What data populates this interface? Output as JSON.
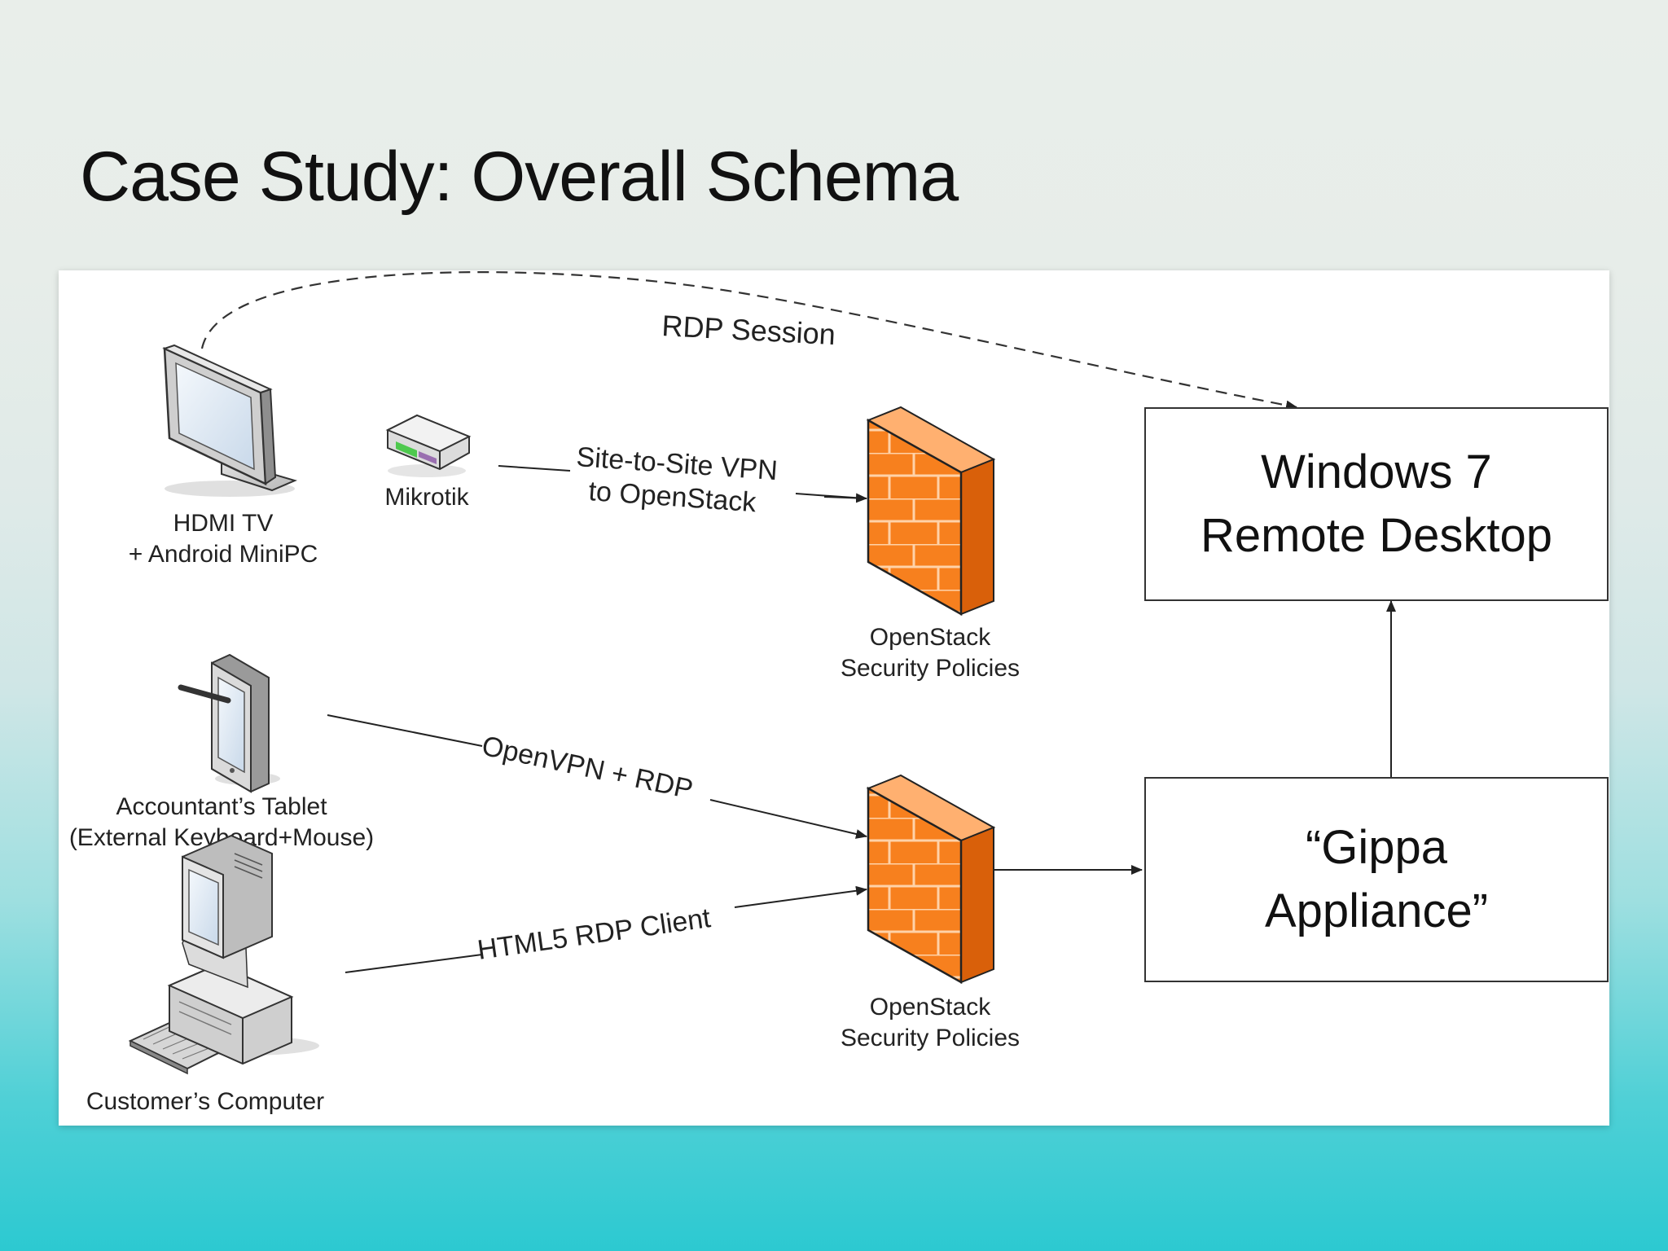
{
  "slide": {
    "title": "Case Study: Overall Schema"
  },
  "diagram": {
    "nodes": {
      "hdmi_tv": {
        "label_line1": "HDMI TV",
        "label_line2": "+ Android MiniPC",
        "icon": "monitor-icon"
      },
      "mikrotik": {
        "label": "Mikrotik",
        "icon": "router-icon"
      },
      "tablet": {
        "label_line1": "Accountant’s Tablet",
        "label_line2": "(External Keyboard+Mouse)",
        "icon": "tablet-icon"
      },
      "customer_computer": {
        "label": "Customer’s Computer",
        "icon": "desktop-computer-icon"
      },
      "firewall_top": {
        "label_line1": "OpenStack",
        "label_line2": "Security Policies",
        "icon": "firewall-icon"
      },
      "firewall_bottom": {
        "label_line1": "OpenStack",
        "label_line2": "Security Policies",
        "icon": "firewall-icon"
      },
      "windows_box": {
        "label": "Windows 7\nRemote Desktop"
      },
      "gippa_box": {
        "label": "“Gippa\nAppliance”"
      }
    },
    "edges": {
      "rdp_session": "RDP Session",
      "site_to_site_line1": "Site-to-Site VPN",
      "site_to_site_line2": "to OpenStack",
      "openvpn_rdp": "OpenVPN + RDP",
      "html5_rdp": "HTML5 RDP Client"
    },
    "colors": {
      "firewall_front": "#f7801e",
      "firewall_side": "#d9600a",
      "firewall_top": "#ffb070",
      "line": "#222222",
      "background_top": "#e9eeea",
      "background_bottom": "#2cc9d1"
    }
  }
}
